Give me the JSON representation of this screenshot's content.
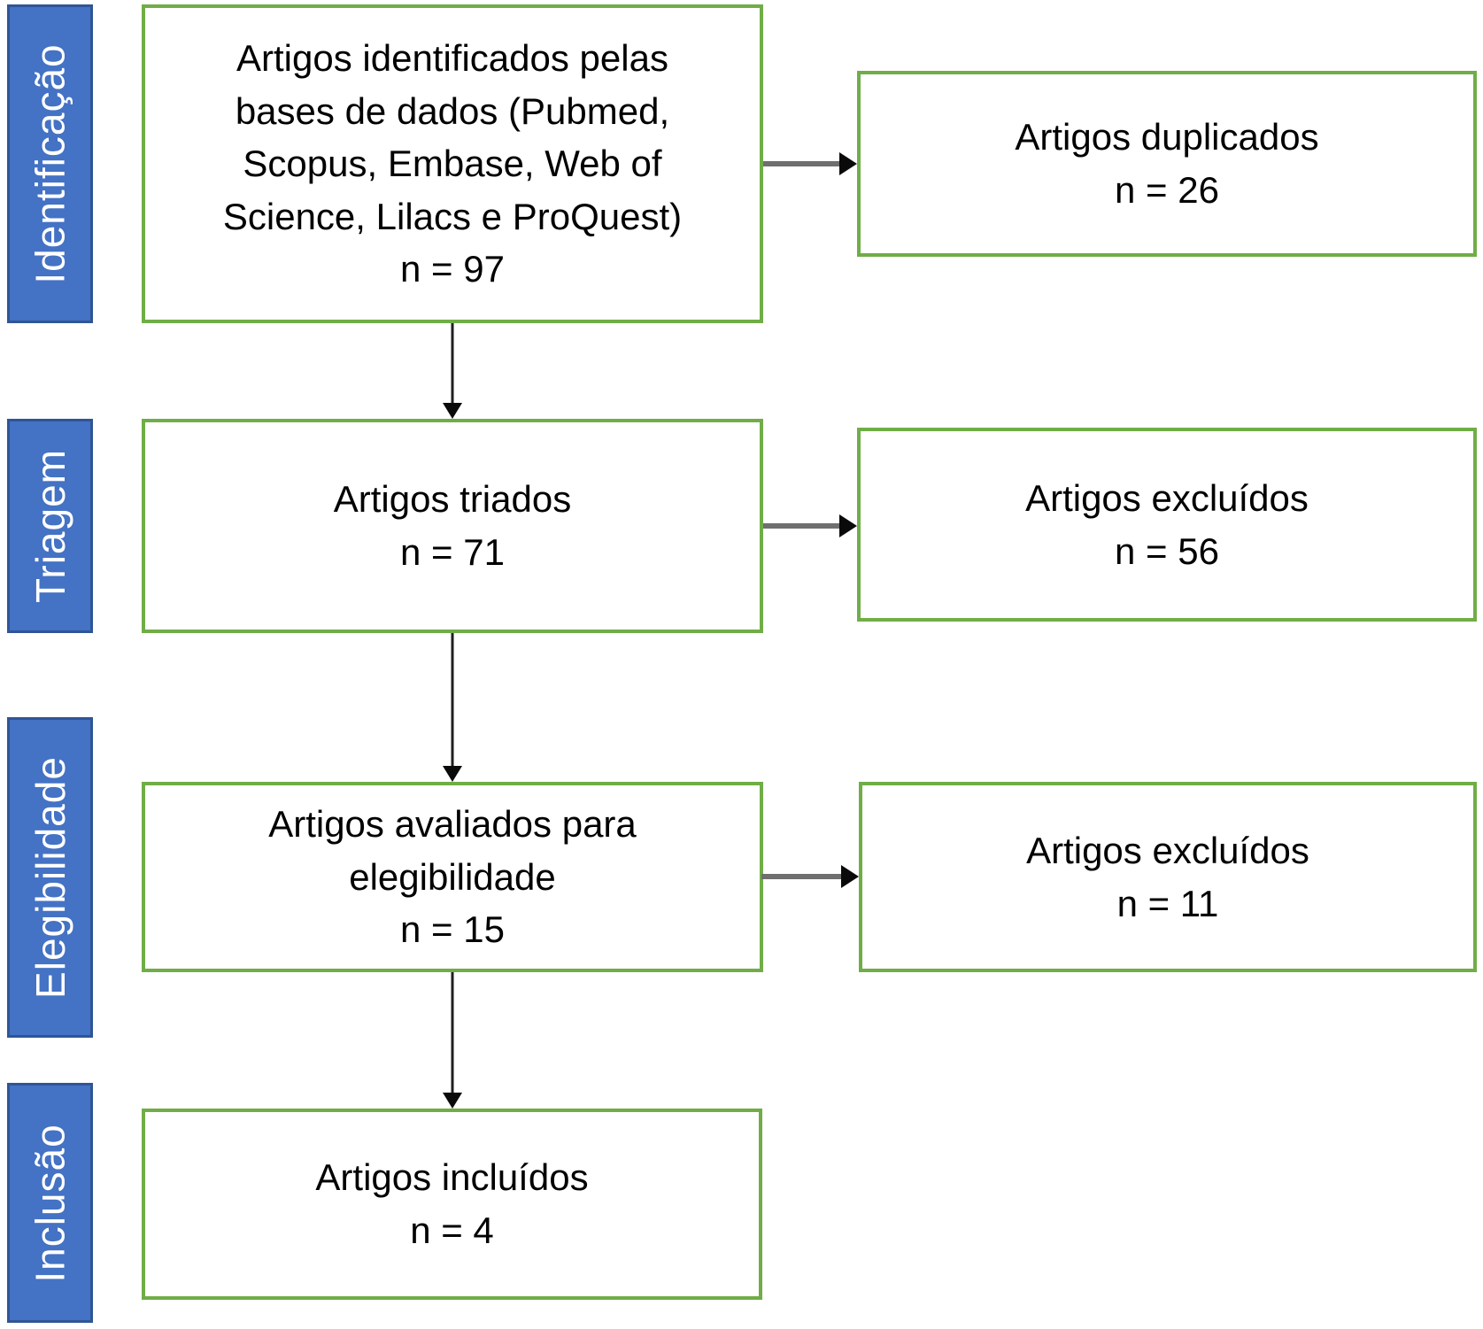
{
  "colors": {
    "phase_fill": "#4472C4",
    "phase_border": "#2F5597",
    "phase_text": "#ffffff",
    "box_border": "#70AD47",
    "box_fill": "#ffffff",
    "box_text": "#000000",
    "arrow_shaft_horizontal": "#6f6f6f",
    "arrow_shaft_vertical": "#1f1f1f",
    "arrow_head": "#0a0a0a",
    "page_bg": "#ffffff"
  },
  "phases": [
    {
      "label": "Identificação"
    },
    {
      "label": "Triagem"
    },
    {
      "label": "Elegibilidade"
    },
    {
      "label": "Inclusão"
    }
  ],
  "boxes": {
    "identified": {
      "label": "Artigos identificados pelas\nbases de dados (Pubmed,\nScopus, Embase, Web of\nScience, Lilacs e ProQuest)",
      "count": "n = 97"
    },
    "duplicates": {
      "label": "Artigos duplicados",
      "count": "n = 26"
    },
    "screened": {
      "label": "Artigos triados",
      "count": "n = 71"
    },
    "excluded_screening": {
      "label": "Artigos excluídos",
      "count": "n = 56"
    },
    "eligibility": {
      "label": "Artigos avaliados para\nelegibilidade",
      "count": "n = 15"
    },
    "excluded_eligibility": {
      "label": "Artigos excluídos",
      "count": "n = 11"
    },
    "included": {
      "label": "Artigos incluídos",
      "count": "n = 4"
    }
  }
}
